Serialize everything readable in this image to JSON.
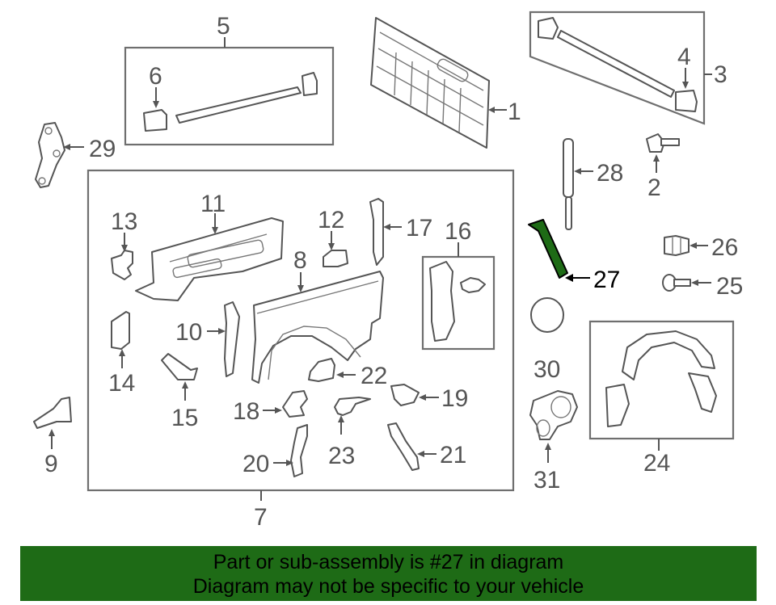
{
  "callouts": {
    "c1": "1",
    "c2": "2",
    "c3": "3",
    "c4": "4",
    "c5": "5",
    "c6": "6",
    "c7": "7",
    "c8": "8",
    "c9": "9",
    "c10": "10",
    "c11": "11",
    "c12": "12",
    "c13": "13",
    "c14": "14",
    "c15": "15",
    "c16": "16",
    "c17": "17",
    "c18": "18",
    "c19": "19",
    "c20": "20",
    "c21": "21",
    "c22": "22",
    "c23": "23",
    "c24": "24",
    "c25": "25",
    "c26": "26",
    "c27": "27",
    "c28": "28",
    "c29": "29",
    "c30": "30",
    "c31": "31"
  },
  "highlight": {
    "part_number": "27",
    "color": "#1e6b16"
  },
  "banner": {
    "line1": "Part or sub-assembly is #27 in diagram",
    "line2": "Diagram may not be specific to your vehicle",
    "background": "#1e6b16"
  }
}
